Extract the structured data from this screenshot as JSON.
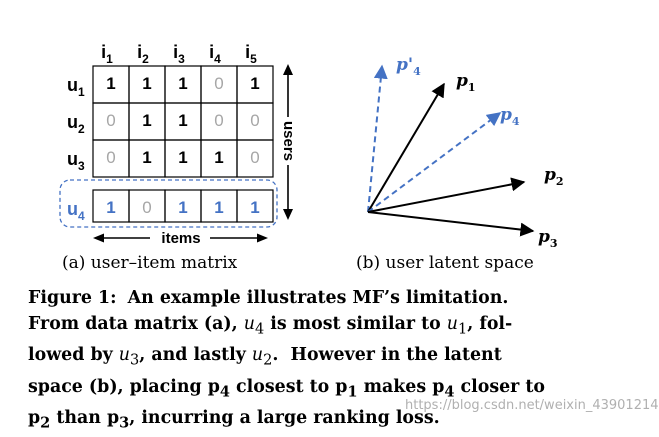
{
  "matrix": {
    "columns": [
      "i1",
      "i2",
      "i3",
      "i4",
      "i5"
    ],
    "rows": [
      {
        "label": "u1",
        "values": [
          1,
          1,
          1,
          0,
          1
        ],
        "highlight": false
      },
      {
        "label": "u2",
        "values": [
          0,
          1,
          1,
          0,
          0
        ],
        "highlight": false
      },
      {
        "label": "u3",
        "values": [
          0,
          1,
          1,
          1,
          0
        ],
        "highlight": false
      },
      {
        "label": "u4",
        "values": [
          1,
          0,
          1,
          1,
          1
        ],
        "highlight": true
      }
    ],
    "users_label": "users",
    "items_label": "items",
    "caption": "(a) user–item matrix"
  },
  "latent": {
    "caption": "(b) user latent space",
    "vectors": [
      {
        "label": "p'4",
        "style": "dashed",
        "color": "#4472c4"
      },
      {
        "label": "p1",
        "style": "solid",
        "color": "#000000"
      },
      {
        "label": "p4",
        "style": "dashed",
        "color": "#4472c4"
      },
      {
        "label": "p2",
        "style": "solid",
        "color": "#000000"
      },
      {
        "label": "p3",
        "style": "solid",
        "color": "#000000"
      }
    ]
  },
  "figure": {
    "lines": [
      "Figure 1:  An example illustrates MF’s limitation.",
      "From data matrix (a), u4 is most similar to u1, fol-",
      "lowed by u3, and lastly u2.  However in the latent",
      "space (b), placing p4 closest to p1 makes p4 closer to",
      "p2 than p3, incurring a large ranking loss."
    ]
  },
  "watermark": "https://blog.csdn.net/weixin_43901214",
  "colors": {
    "highlight_blue": "#4472c4",
    "zero_gray": "#a6a6a6",
    "one_black": "#000000"
  }
}
